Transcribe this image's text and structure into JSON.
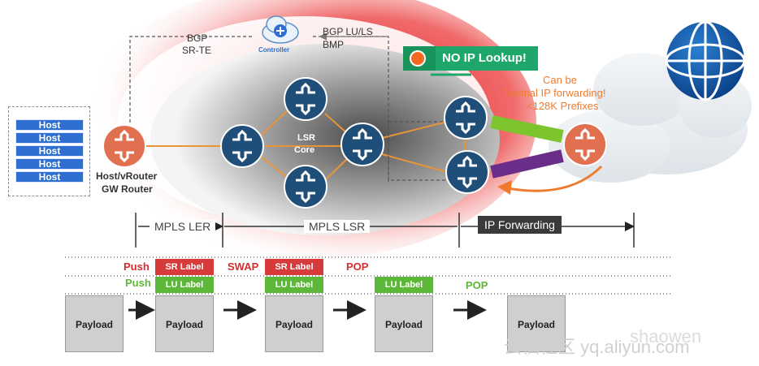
{
  "hosts": [
    "Host",
    "Host",
    "Host",
    "Host",
    "Host"
  ],
  "gw_router": {
    "line1": "Host/vRouter",
    "line2": "GW Router"
  },
  "controller": {
    "label": "Controller"
  },
  "bgp_left": {
    "line1": "BGP",
    "line2": "SR-TE"
  },
  "bgp_right": {
    "line1": "BGP LU/LS",
    "line2": "BMP"
  },
  "lsr_core": {
    "line1": "LSR",
    "line2": "Core"
  },
  "no_ip_lookup": "NO IP Lookup!",
  "normal_ip": {
    "line1": "Can be",
    "line2": "Normal IP forwarding!",
    "line3": "<128K Prefixes"
  },
  "sections": {
    "ler": "MPLS LER",
    "lsr": "MPLS LSR",
    "ipfwd": "IP Forwarding"
  },
  "ops": {
    "push1": "Push",
    "push2": "Push",
    "swap": "SWAP",
    "pop1": "POP",
    "pop2": "POP"
  },
  "labels": {
    "sr": "SR Label",
    "lu": "LU Label"
  },
  "payload": "Payload",
  "watermark": "云栖社区 yq.aliyun.com",
  "watermark2": "shaowen",
  "colors": {
    "router_blue": "#1f4e79",
    "gw_orange": "#e07050",
    "sr_red": "#d63a3a",
    "lu_green": "#5db83a",
    "arrow_orange": "#ef7b2f"
  }
}
